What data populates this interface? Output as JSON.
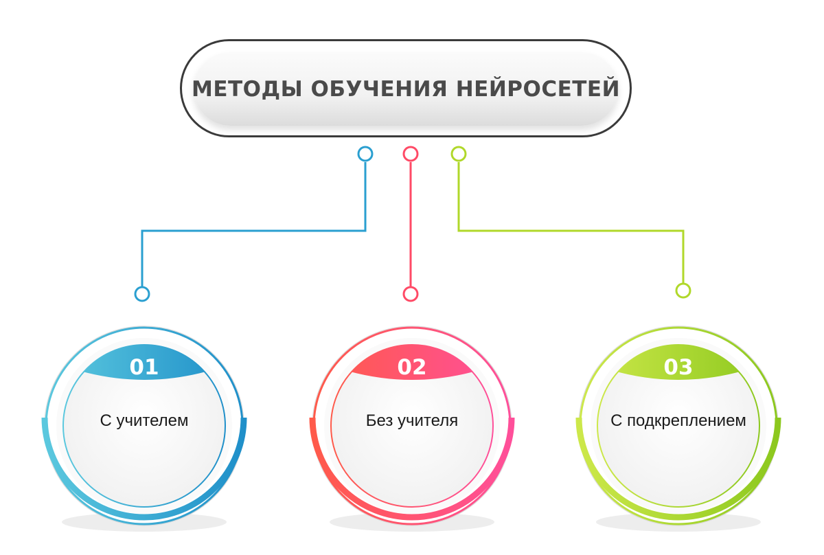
{
  "title": "МЕТОДЫ ОБУЧЕНИЯ НЕЙРОСЕТЕЙ",
  "nodes": [
    {
      "number": "01",
      "label": "С учителем",
      "color_start": "#5bc8de",
      "color_end": "#1f8fc9",
      "line_color": "#2a9fd0"
    },
    {
      "number": "02",
      "label": "Без учителя",
      "color_start": "#ff5a4a",
      "color_end": "#ff4f9a",
      "line_color": "#ff4a66"
    },
    {
      "number": "03",
      "label": "С подкреплением",
      "color_start": "#cde84a",
      "color_end": "#8cc81e",
      "line_color": "#b0d82a"
    }
  ]
}
